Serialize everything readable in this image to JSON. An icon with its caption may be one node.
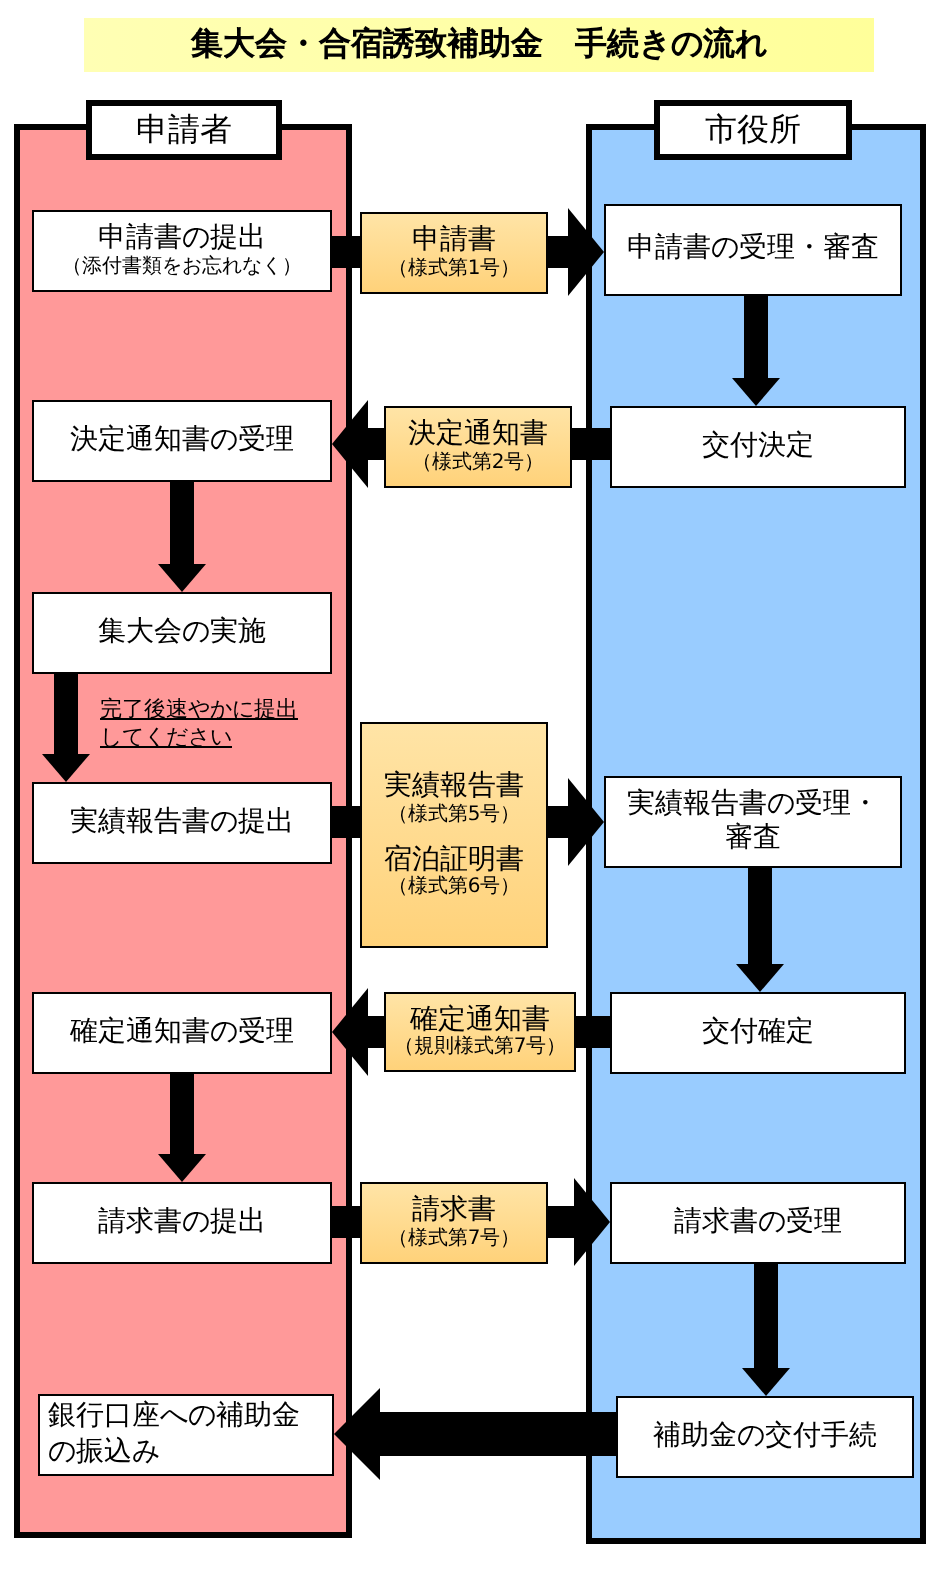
{
  "diagram": {
    "title": "集大会・合宿誘致補助金　手続きの流れ",
    "nodes": [
      {
        "text": [
          "申請者"
        ]
      },
      {
        "text": [
          "市役所"
        ]
      },
      {
        "text": [
          "申請書の提出",
          "（添付書類をお忘れなく）"
        ],
        "in": 0
      },
      {
        "text": [
          "決定通知書の受理"
        ],
        "in": 0
      },
      {
        "text": [
          "集大会の実施"
        ],
        "in": 0
      },
      {
        "text": [
          "実績報告書の提出"
        ],
        "in": 0
      },
      {
        "text": [
          "確定通知書の受理"
        ],
        "in": 0
      },
      {
        "text": [
          "請求書の提出"
        ],
        "in": 0
      },
      {
        "text": [
          "銀行口座への補助金の振込み"
        ],
        "in": 0
      },
      {
        "text": [
          "申請書の受理・審査"
        ],
        "in": 1
      },
      {
        "text": [
          "交付決定"
        ],
        "in": 1
      },
      {
        "text": [
          "実績報告書の受理・審査"
        ],
        "in": 1
      },
      {
        "text": [
          "交付確定"
        ],
        "in": 1
      },
      {
        "text": [
          "請求書の受理"
        ],
        "in": 1
      },
      {
        "text": [
          "補助金の交付手続"
        ],
        "in": 1
      },
      {
        "text": [
          "申請書",
          "（様式第1号）"
        ]
      },
      {
        "text": [
          "決定通知書",
          "（様式第2号）"
        ]
      },
      {
        "text": [
          "実績報告書",
          "（様式第5号）",
          "宿泊証明書",
          "（様式第6号）"
        ]
      },
      {
        "text": [
          "確定通知書",
          "（規則様式第7号）"
        ]
      },
      {
        "text": [
          "請求書",
          "（様式第7号）"
        ]
      }
    ],
    "edges": [
      {
        "from": 2,
        "to": 15,
        "arrow": "none"
      },
      {
        "from": 15,
        "to": 9,
        "arrow": "to"
      },
      {
        "from": 9,
        "to": 10,
        "arrow": "to"
      },
      {
        "from": 10,
        "to": 16,
        "arrow": "none"
      },
      {
        "from": 16,
        "to": 3,
        "arrow": "to"
      },
      {
        "from": 3,
        "to": 4,
        "arrow": "to"
      },
      {
        "from": 4,
        "to": 5,
        "arrow": "to",
        "label": "完了後速やかに提出してください"
      },
      {
        "from": 5,
        "to": 17,
        "arrow": "none"
      },
      {
        "from": 17,
        "to": 11,
        "arrow": "to"
      },
      {
        "from": 11,
        "to": 12,
        "arrow": "to"
      },
      {
        "from": 12,
        "to": 18,
        "arrow": "none"
      },
      {
        "from": 18,
        "to": 6,
        "arrow": "to"
      },
      {
        "from": 6,
        "to": 7,
        "arrow": "to"
      },
      {
        "from": 7,
        "to": 19,
        "arrow": "none"
      },
      {
        "from": 19,
        "to": 13,
        "arrow": "to"
      },
      {
        "from": 13,
        "to": 14,
        "arrow": "to"
      },
      {
        "from": 14,
        "to": 8,
        "arrow": "to"
      }
    ]
  }
}
